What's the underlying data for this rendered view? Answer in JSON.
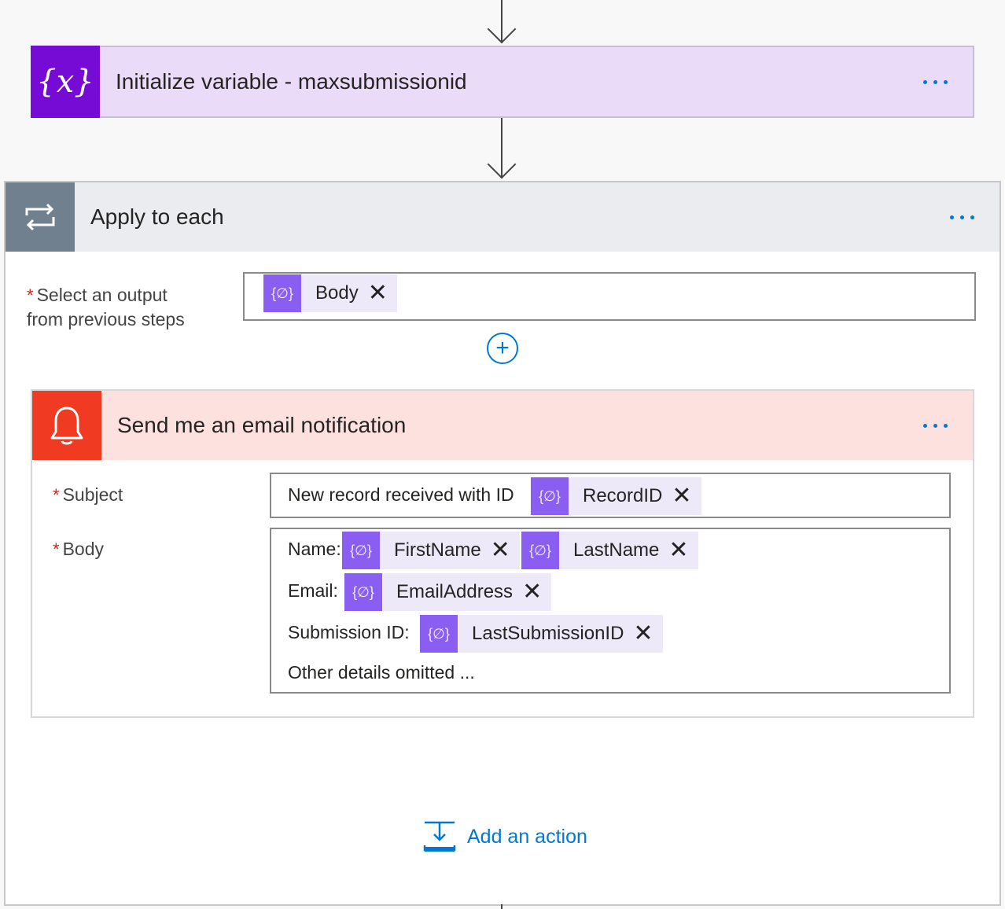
{
  "variable_step": {
    "title": "Initialize variable - maxsubmissionid",
    "icon": "variable-icon",
    "accent": "#770bd6"
  },
  "apply_each": {
    "title": "Apply to each",
    "icon": "loop-icon",
    "select_label_line1": "Select an output",
    "select_label_line2": "from previous steps",
    "select_token": "Body"
  },
  "email_step": {
    "title": "Send me an email notification",
    "icon": "bell-icon",
    "accent": "#f03a22",
    "subject_label": "Subject",
    "subject_text": "New record received with ID",
    "subject_token": "RecordID",
    "body_label": "Body",
    "body": {
      "name_label": "Name:",
      "name_tokens": [
        "FirstName",
        "LastName"
      ],
      "email_label": "Email:",
      "email_token": "EmailAddress",
      "submission_label": "Submission ID:",
      "submission_token": "LastSubmissionID",
      "other": "Other details omitted ..."
    }
  },
  "required_mark": "*",
  "remove_glyph": "✕",
  "add_action_label": "Add an action",
  "colors": {
    "link": "#0078d4",
    "token_icon": "#8a5ef0",
    "token_bg": "#ede9f8"
  }
}
